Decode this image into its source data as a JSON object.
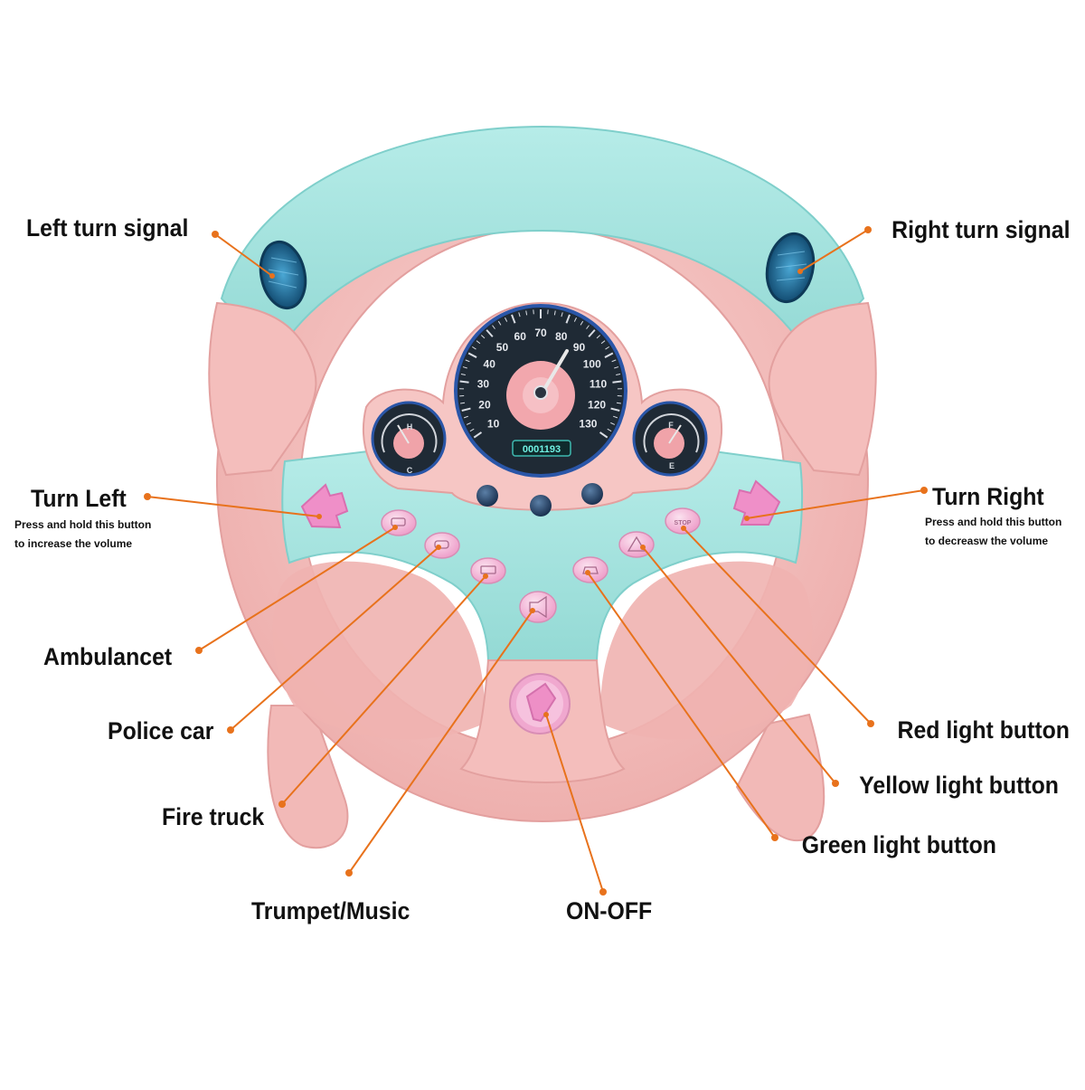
{
  "speedometer": {
    "ticks": [
      "10",
      "20",
      "30",
      "40",
      "50",
      "60",
      "70",
      "80",
      "90",
      "100",
      "110",
      "120",
      "130"
    ],
    "odometer": "0001193"
  },
  "gauges": {
    "temperature": {
      "high": "H",
      "low": "C"
    },
    "fuel": {
      "full": "F",
      "empty": "E"
    }
  },
  "buttons": {
    "stop_text": "STOP"
  },
  "labels": {
    "left_turn_signal": "Left turn signal",
    "right_turn_signal": "Right turn signal",
    "turn_left": "Turn Left",
    "turn_left_note_1": "Press and hold this button",
    "turn_left_note_2": "to increase the volume",
    "turn_right": "Turn Right",
    "turn_right_note_1": "Press and hold this button",
    "turn_right_note_2": "to  decreasw the volume",
    "ambulance": "Ambulancet",
    "police_car": "Police car",
    "fire_truck": "Fire truck",
    "trumpet_music": "Trumpet/Music",
    "on_off": "ON-OFF",
    "red_light": "Red light button",
    "yellow_light": "Yellow light button",
    "green_light": "Green light button"
  },
  "colors": {
    "wheel_pink": "#f5c2c0",
    "wheel_pink_dark": "#e3a09f",
    "mint": "#a5e4e0",
    "mint_dark": "#7fcfcb",
    "button_pink": "#f4b8d6",
    "arrow_pink": "#ef8fc8",
    "signal_blue": "#1d6a9a",
    "dial_dark": "#1f2a35",
    "leader_orange": "#e8721c"
  }
}
